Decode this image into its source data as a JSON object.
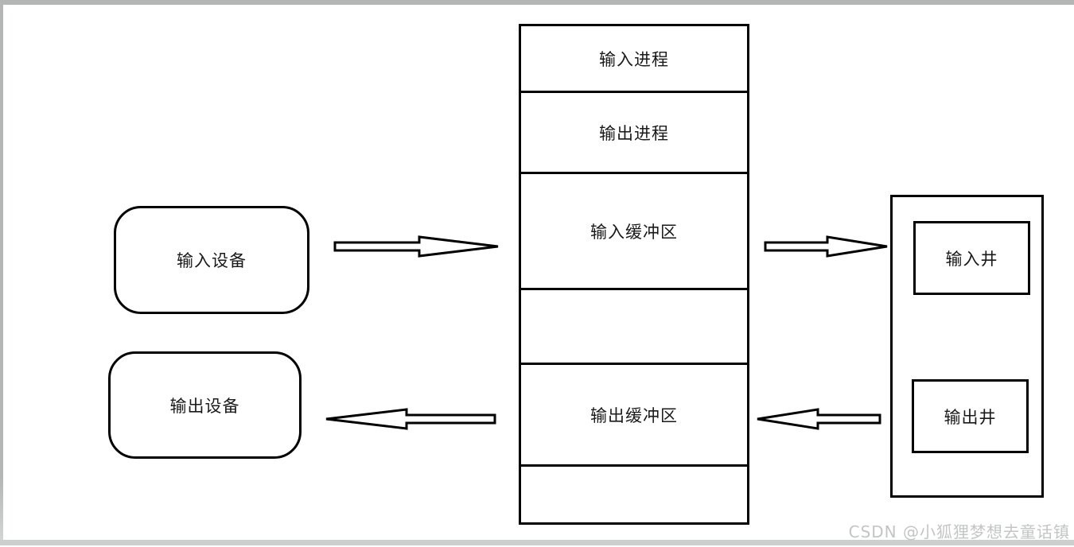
{
  "diagram": {
    "title_hint": "SPOOLing system structure diagram",
    "devices": {
      "input": {
        "label": "输入设备"
      },
      "output": {
        "label": "输出设备"
      }
    },
    "stack": {
      "rows": [
        {
          "label": "输入进程"
        },
        {
          "label": "输出进程"
        },
        {
          "label": "输入缓冲区"
        },
        {
          "label": ""
        },
        {
          "label": "输出缓冲区"
        },
        {
          "label": ""
        }
      ]
    },
    "disk": {
      "input_well": {
        "label": "输入井"
      },
      "output_well": {
        "label": "输出井"
      }
    },
    "arrows": [
      {
        "name": "input-device-to-input-buffer",
        "direction": "right"
      },
      {
        "name": "input-buffer-to-input-well",
        "direction": "right"
      },
      {
        "name": "output-well-to-output-buffer",
        "direction": "left"
      },
      {
        "name": "output-buffer-to-output-device",
        "direction": "left"
      }
    ],
    "watermark": "CSDN @小狐狸梦想去童话镇",
    "colors": {
      "stroke": "#000000",
      "background": "#ffffff",
      "frame_gray": "#b3b6b4",
      "bottom_strip_gray": "#cdcfce",
      "watermark_gray": "#c3c5c4"
    }
  }
}
